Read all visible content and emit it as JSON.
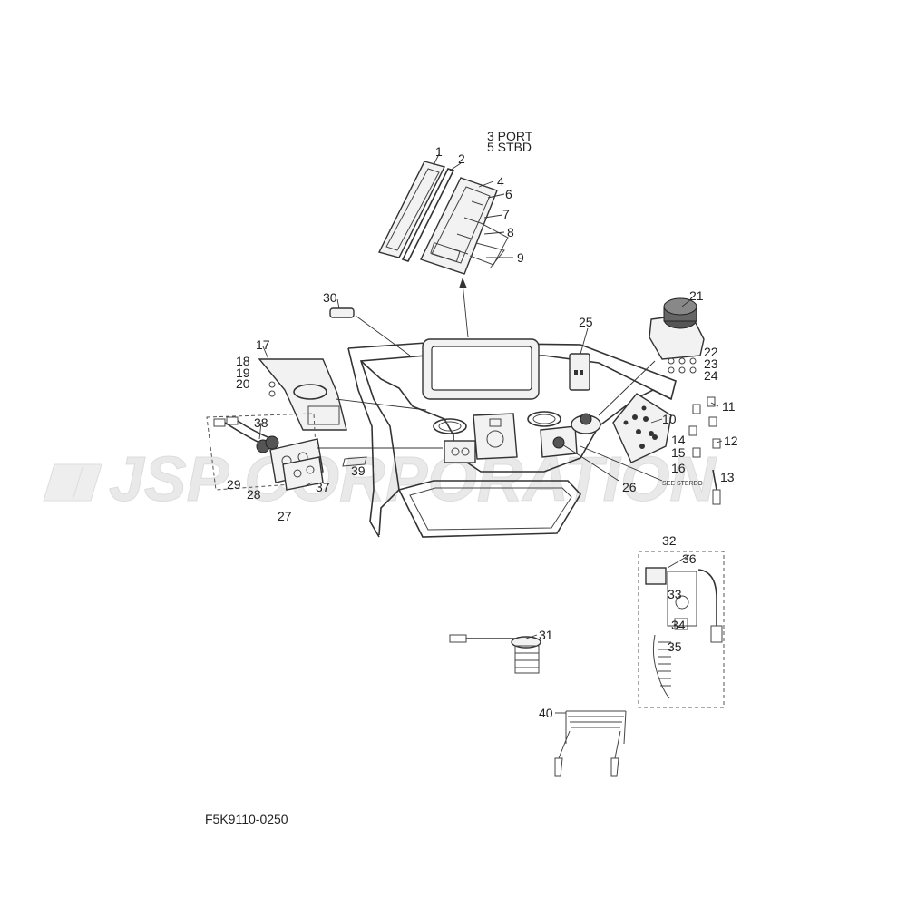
{
  "watermark": "JSP CORPORATION",
  "diagram_code": "F5K9110-0250",
  "header_note_line1": "3 PORT",
  "header_note_line2": "5 STBD",
  "see_stereo_note": "SEE STEREO",
  "callouts": {
    "c1": "1",
    "c2": "2",
    "c4": "4",
    "c6": "6",
    "c7": "7",
    "c8": "8",
    "c9": "9",
    "c10": "10",
    "c11": "11",
    "c12": "12",
    "c13": "13",
    "c14": "14",
    "c15": "15",
    "c16": "16",
    "c17": "17",
    "c18": "18",
    "c19": "19",
    "c20": "20",
    "c21": "21",
    "c22": "22",
    "c23": "23",
    "c24": "24",
    "c25": "25",
    "c26": "26",
    "c27": "27",
    "c28": "28",
    "c29": "29",
    "c30": "30",
    "c31": "31",
    "c32": "32",
    "c33": "33",
    "c34": "34",
    "c35": "35",
    "c36": "36",
    "c37": "37",
    "c38": "38",
    "c39": "39",
    "c40": "40"
  }
}
